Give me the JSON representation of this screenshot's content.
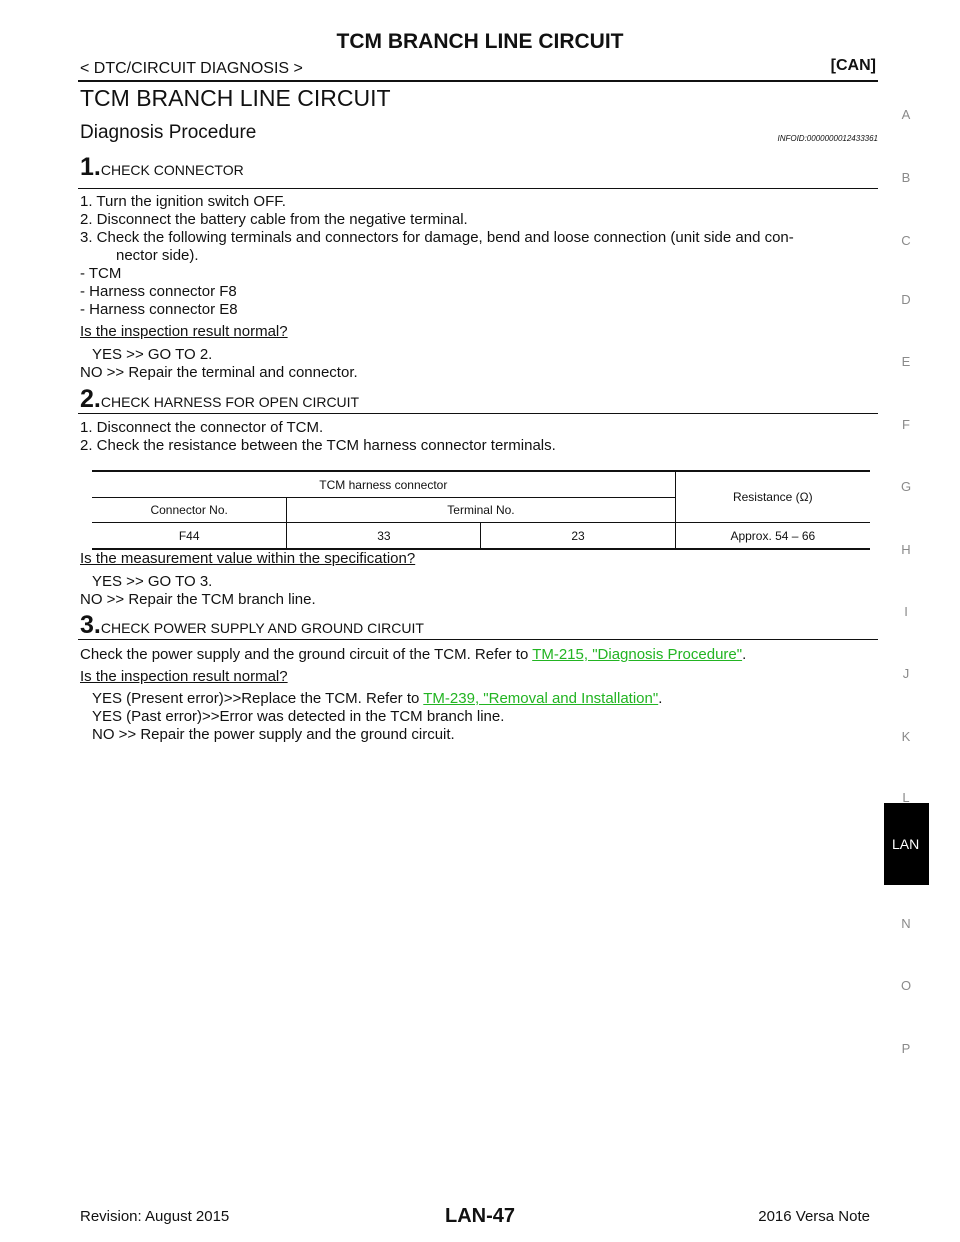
{
  "header": {
    "title": "TCM BRANCH LINE CIRCUIT",
    "breadcrumb": "< DTC/CIRCUIT DIAGNOSIS >",
    "section_tag": "[CAN]"
  },
  "page_title": "TCM BRANCH LINE CIRCUIT",
  "section_title": "Diagnosis Procedure",
  "info_id": "INFOID:0000000012433361",
  "step1": {
    "num": "1.",
    "title": "CHECK CONNECTOR",
    "items": [
      "1.  Turn the ignition switch OFF.",
      "2.  Disconnect the battery cable from the negative terminal.",
      "3.  Check the following terminals and connectors for damage, bend and loose connection (unit side and con-",
      "nector side).",
      "-   TCM",
      "-   Harness connector F8",
      "-   Harness connector E8"
    ],
    "question": "Is the inspection result normal?",
    "yes": "YES      >> GO TO 2.",
    "no": "NO       >> Repair the terminal and connector."
  },
  "step2": {
    "num": "2.",
    "title": "CHECK HARNESS FOR OPEN CIRCUIT",
    "items": [
      "1.  Disconnect the connector of TCM.",
      "2.  Check the resistance between the TCM harness connector terminals."
    ],
    "table": {
      "group_header": "TCM harness connector",
      "resistance_header": "Resistance (Ω)",
      "connector_header": "Connector No.",
      "terminal_header": "Terminal No.",
      "row": {
        "connector": "F44",
        "terminal_a": "33",
        "terminal_b": "23",
        "resistance": "Approx. 54 – 66"
      }
    },
    "question": "Is the measurement value within the specification?",
    "yes": "YES      >> GO TO 3.",
    "no": "NO       >> Repair the TCM branch line."
  },
  "step3": {
    "num": "3.",
    "title": "CHECK POWER SUPPLY AND GROUND CIRCUIT",
    "text_before": "Check the power supply and the ground circuit of the TCM. Refer to ",
    "link1": "TM-215, \"Diagnosis Procedure\"",
    "text_after": ".",
    "question": "Is the inspection result normal?",
    "yes_present_before": "YES (Present error)>>Replace the TCM. Refer to ",
    "link2": "TM-239, \"Removal and Installation\"",
    "yes_present_after": ".",
    "yes_past": "YES (Past error)>>Error was detected in the TCM branch line.",
    "no": "NO       >> Repair the power supply and the ground circuit."
  },
  "sidebar": [
    "A",
    "B",
    "C",
    "D",
    "E",
    "F",
    "G",
    "H",
    "I",
    "J",
    "K",
    "L",
    "LAN",
    "N",
    "O",
    "P"
  ],
  "footer": {
    "revision": "Revision: August 2015",
    "page": "LAN-47",
    "model": "2016 Versa Note"
  }
}
